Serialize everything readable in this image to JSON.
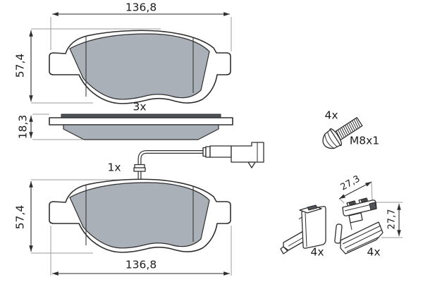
{
  "colors": {
    "background": "#ffffff",
    "line": "#2e2e2e",
    "ext_line": "#9b9b9b",
    "pad_fill": "#a9b0b7",
    "shim_fill": "#4f5357",
    "text": "#1c1c1c"
  },
  "views": {
    "pad_front": {
      "qty": "3x",
      "width": "136,8",
      "height": "57,4"
    },
    "pad_side": {
      "thickness": "18,3"
    },
    "pad_sensor": {
      "qty": "1x",
      "width": "136,8",
      "height": "57,4"
    },
    "bolt": {
      "qty": "4x",
      "spec": "M8x1"
    },
    "clip_a": {
      "qty": "4x"
    },
    "clip_b": {
      "qty": "4x",
      "width": "27,3",
      "height": "27,7"
    }
  }
}
